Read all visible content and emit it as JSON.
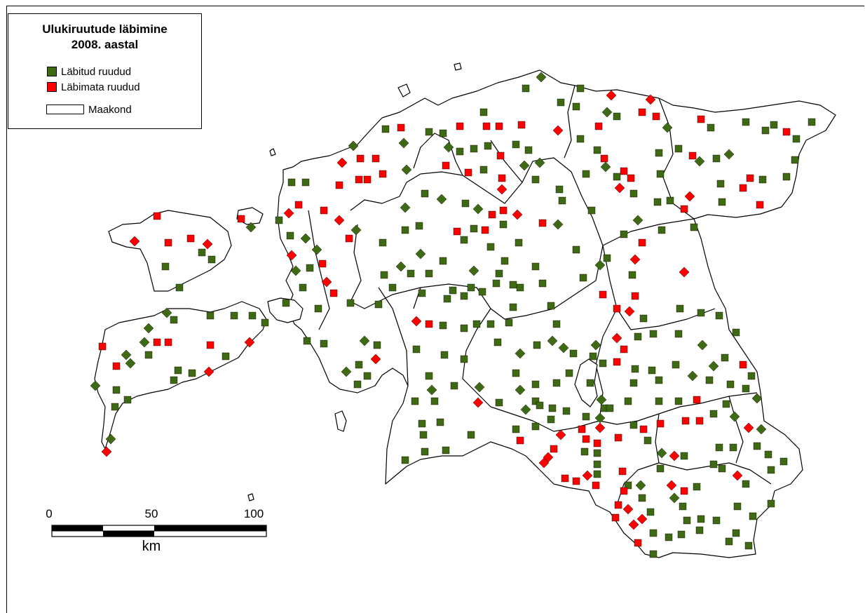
{
  "legend": {
    "title_line1": "Ulukiruutude läbimine",
    "title_line2": "2008. aastal",
    "items": [
      {
        "label": "Läbitud ruudud",
        "color": "#3f6a14"
      },
      {
        "label": "Läbimata ruudud",
        "color": "#ff0000"
      },
      {
        "label": "Maakond",
        "color": "#ffffff"
      }
    ]
  },
  "scale_bar": {
    "ticks": [
      "0",
      "50",
      "100"
    ],
    "unit": "km"
  },
  "colors": {
    "passed": "#3f6a14",
    "not_passed": "#ff0000",
    "outline": "#000000"
  }
}
